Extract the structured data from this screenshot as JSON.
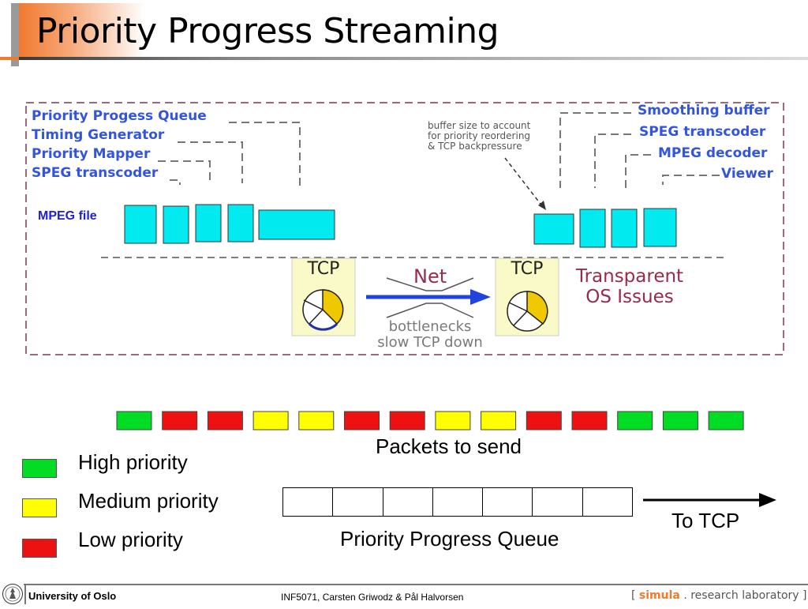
{
  "slide": {
    "title": "Priority Progress Streaming"
  },
  "diagram": {
    "sender_components": [
      "Priority Progess Queue",
      "Timing Generator",
      "Priority Mapper",
      "SPEG transcoder"
    ],
    "receiver_components": [
      "Smoothing buffer",
      "SPEG transcoder",
      "MPEG decoder",
      "Viewer"
    ],
    "buffer_note": [
      "buffer size to account",
      "for priority reordering",
      "& TCP backpressure"
    ],
    "mpeg_file_label": "MPEG file",
    "tcp_left_label": "TCP",
    "tcp_right_label": "TCP",
    "net_label": "Net",
    "bottleneck_note": [
      "bottlenecks",
      "slow TCP down"
    ],
    "os_note": [
      "Transparent",
      "OS Issues"
    ]
  },
  "packets": {
    "colors": [
      "#00dd22",
      "#ee1111",
      "#ee1111",
      "#ffff00",
      "#ffff00",
      "#ee1111",
      "#ee1111",
      "#ffff00",
      "#ffff00",
      "#ee1111",
      "#ee1111",
      "#00dd22",
      "#00dd22",
      "#00dd22"
    ],
    "caption": "Packets to send"
  },
  "legend": [
    {
      "label": "High priority",
      "color": "#00dd22"
    },
    {
      "label": "Medium priority",
      "color": "#ffff00"
    },
    {
      "label": "Low priority",
      "color": "#ee1111"
    }
  ],
  "queue": {
    "caption": "Priority Progress Queue",
    "arrow_label": "To TCP",
    "cell_count": 7
  },
  "footer": {
    "university": "University of Oslo",
    "course": "INF5071, Carsten Griwodz & Pål Halvorsen",
    "lab_bracket_open": "[",
    "lab_name": "simula",
    "lab_rest": ". research laboratory",
    "lab_bracket_close": "]"
  },
  "colors": {
    "accent_orange": "#f07a30",
    "diagram_blue": "#3355dd",
    "box_cyan": "#00eaf0",
    "net_maroon": "#9a2a4a"
  }
}
